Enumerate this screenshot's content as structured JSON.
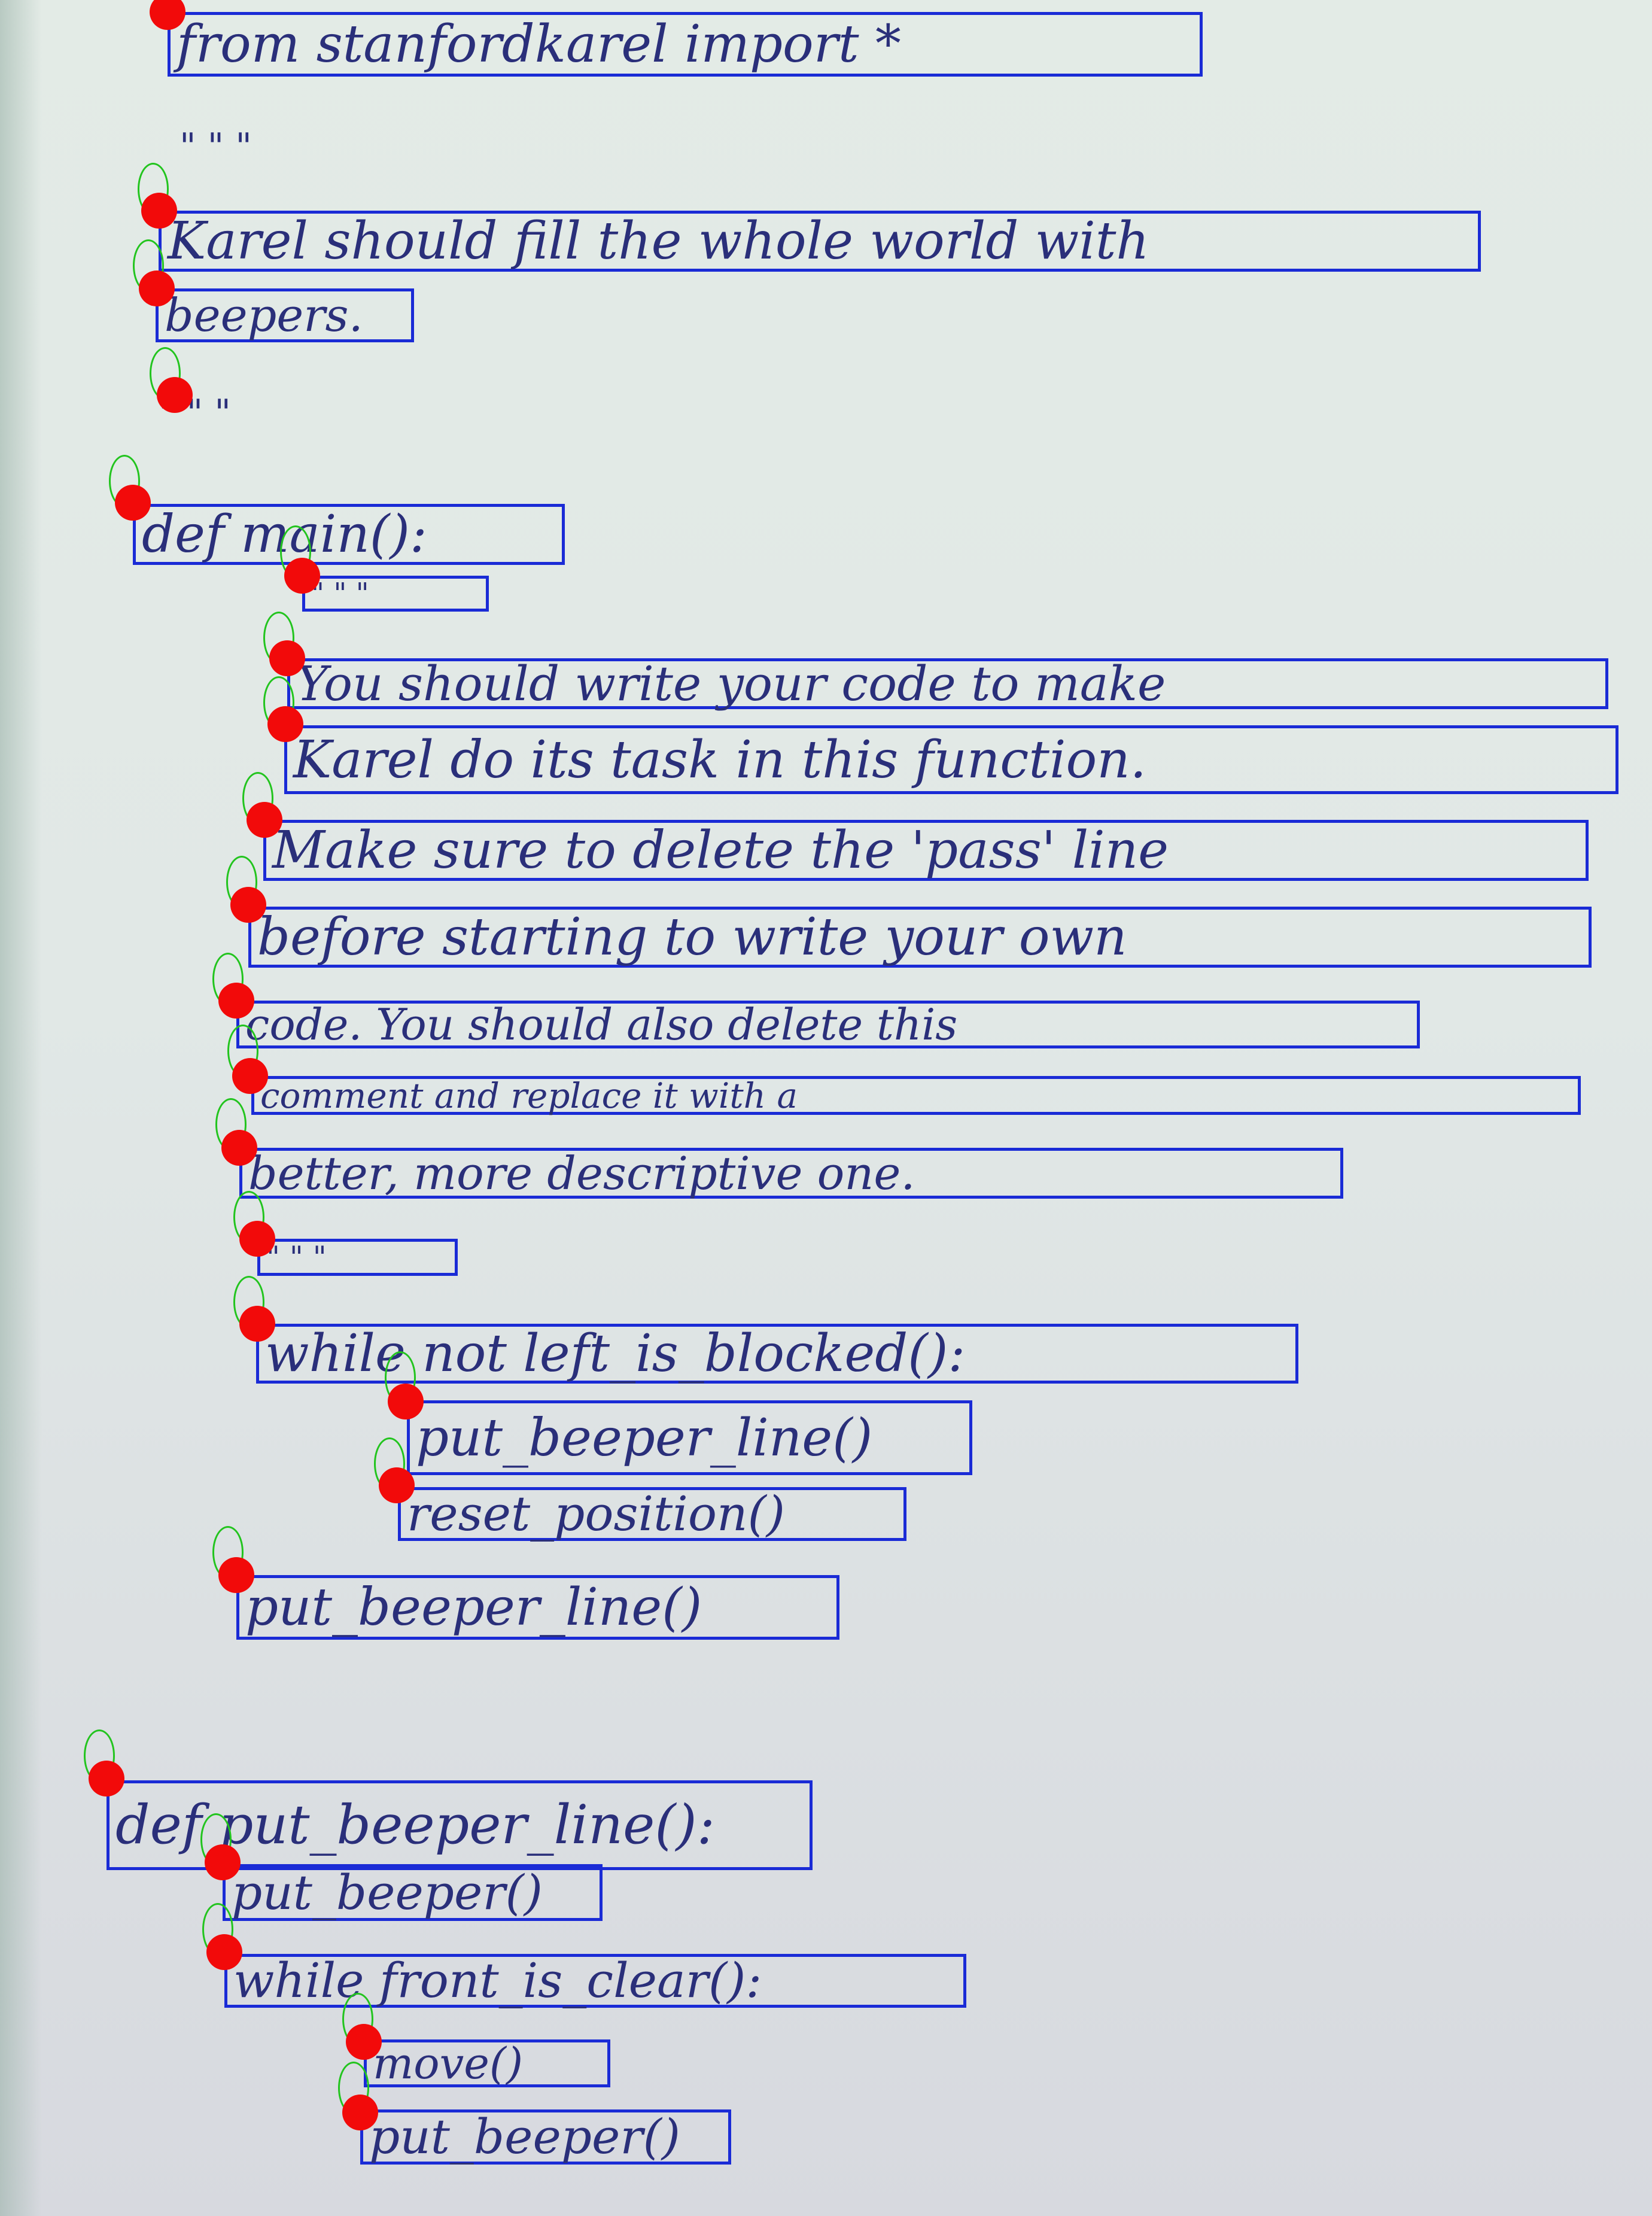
{
  "page": {
    "lines": [
      {
        "id": "l1",
        "text": "from stanfordkarel import *"
      },
      {
        "id": "l2",
        "text": "\" \" \""
      },
      {
        "id": "l3",
        "text": "Karel should fill the whole world with"
      },
      {
        "id": "l4",
        "text": "beepers."
      },
      {
        "id": "l5",
        "text": "\" \" \""
      },
      {
        "id": "l6",
        "text": "def main():"
      },
      {
        "id": "l7",
        "text": "\" \" \""
      },
      {
        "id": "l8",
        "text": "You should write your code to make"
      },
      {
        "id": "l9",
        "text": "Karel do its task in this function."
      },
      {
        "id": "l10",
        "text": "Make sure to delete the 'pass' line"
      },
      {
        "id": "l11",
        "text": "before starting to write your own"
      },
      {
        "id": "l12",
        "text": "code. You should also delete this"
      },
      {
        "id": "l13",
        "text": "comment and replace it with a"
      },
      {
        "id": "l14",
        "text": "better, more descriptive one."
      },
      {
        "id": "l15",
        "text": "\" \" \""
      },
      {
        "id": "l16",
        "text": "while not left_is_blocked():"
      },
      {
        "id": "l17",
        "text": "put_beeper_line()"
      },
      {
        "id": "l18",
        "text": "reset_position()"
      },
      {
        "id": "l19",
        "text": "put_beeper_line()"
      },
      {
        "id": "l20",
        "text": "def put_beeper_line():"
      },
      {
        "id": "l21",
        "text": "put_beeper()"
      },
      {
        "id": "l22",
        "text": "while front_is_clear():"
      },
      {
        "id": "l23",
        "text": "move()"
      },
      {
        "id": "l24",
        "text": "put_beeper()"
      }
    ]
  },
  "colors": {
    "box": "#1a2bd6",
    "marker": "#f20a0a",
    "oval": "#22c41e",
    "ink": "#2a2f7a"
  }
}
